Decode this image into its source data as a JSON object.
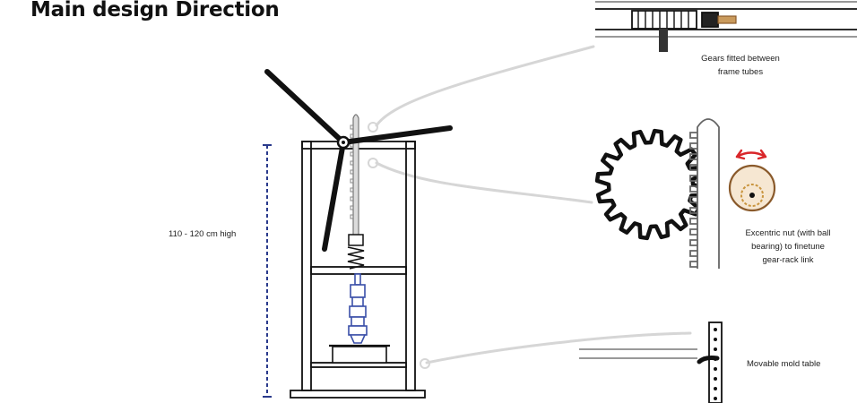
{
  "title": "Main design Direction",
  "height_label": "110 - 120 cm high",
  "callouts": {
    "gears": {
      "line1": "Gears fitted between",
      "line2": "frame tubes"
    },
    "nut": {
      "line1": "Excentric nut (with ball",
      "line2": "bearing) to finetune",
      "line3": "gear-rack link"
    },
    "table": {
      "line1": "Movable mold table"
    }
  },
  "colors": {
    "ink": "#111111",
    "callout_line": "#d6d6d6",
    "dimension": "#2a3a8c",
    "screw_blue": "#3a4fa8",
    "adjust_arrow": "#d9262a",
    "nut_brown": "#8a5a2b"
  }
}
